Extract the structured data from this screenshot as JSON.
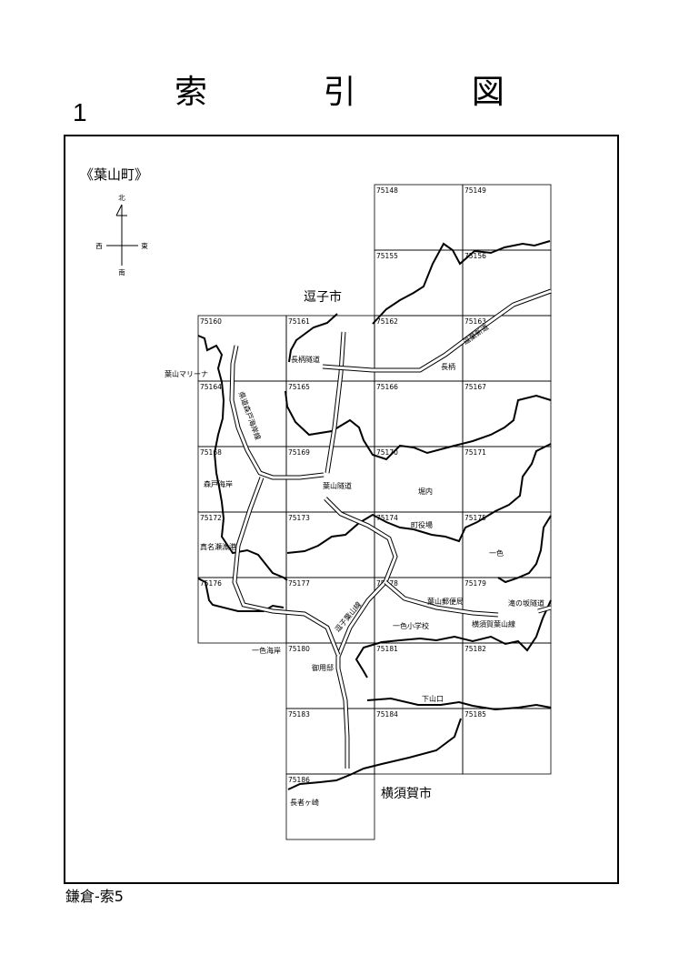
{
  "title": "索 引 図",
  "page_number": "1",
  "footer": "鎌倉-索5",
  "town_label": "《葉山町》",
  "compass": {
    "north": "北",
    "south": "南",
    "east": "東",
    "west": "西"
  },
  "cities": {
    "zushi": "逗子市",
    "yokosuka": "横須賀市"
  },
  "cells": [
    {
      "code": "75148",
      "col": 2,
      "row": 0
    },
    {
      "code": "75149",
      "col": 3,
      "row": 0
    },
    {
      "code": "75155",
      "col": 2,
      "row": 1
    },
    {
      "code": "75156",
      "col": 3,
      "row": 1
    },
    {
      "code": "75160",
      "col": 0,
      "row": 2
    },
    {
      "code": "75161",
      "col": 1,
      "row": 2
    },
    {
      "code": "75162",
      "col": 2,
      "row": 2
    },
    {
      "code": "75163",
      "col": 3,
      "row": 2
    },
    {
      "code": "75164",
      "col": 0,
      "row": 3
    },
    {
      "code": "75165",
      "col": 1,
      "row": 3
    },
    {
      "code": "75166",
      "col": 2,
      "row": 3
    },
    {
      "code": "75167",
      "col": 3,
      "row": 3
    },
    {
      "code": "75168",
      "col": 0,
      "row": 4
    },
    {
      "code": "75169",
      "col": 1,
      "row": 4
    },
    {
      "code": "75170",
      "col": 2,
      "row": 4
    },
    {
      "code": "75171",
      "col": 3,
      "row": 4
    },
    {
      "code": "75172",
      "col": 0,
      "row": 5
    },
    {
      "code": "75173",
      "col": 1,
      "row": 5
    },
    {
      "code": "75174",
      "col": 2,
      "row": 5
    },
    {
      "code": "75175",
      "col": 3,
      "row": 5
    },
    {
      "code": "75176",
      "col": 0,
      "row": 6
    },
    {
      "code": "75177",
      "col": 1,
      "row": 6
    },
    {
      "code": "75178",
      "col": 2,
      "row": 6
    },
    {
      "code": "75179",
      "col": 3,
      "row": 6
    },
    {
      "code": "75180",
      "col": 1,
      "row": 7
    },
    {
      "code": "75181",
      "col": 2,
      "row": 7
    },
    {
      "code": "75182",
      "col": 3,
      "row": 7
    },
    {
      "code": "75183",
      "col": 1,
      "row": 8
    },
    {
      "code": "75184",
      "col": 2,
      "row": 8
    },
    {
      "code": "75185",
      "col": 3,
      "row": 8
    },
    {
      "code": "75186",
      "col": 1,
      "row": 9
    }
  ],
  "places": {
    "nagae_tunnel": "長柄隧道",
    "nagae": "長柄",
    "zushi_bypass": "逗葉新道",
    "hayama_marina": "葉山マリーナ",
    "morito_coast": "森戸海岸",
    "hayama_tunnel": "葉山隧道",
    "horiuchi": "堀内",
    "town_hall": "町役場",
    "manazase_port": "真名瀬漁港",
    "isshiki": "一色",
    "hayama_post_office": "葉山郵便局",
    "takinoshita_tunnel": "滝の坂隧道",
    "isshiki_school": "一色小学校",
    "yokosuka_hayama_line": "横須賀葉山線",
    "isshiki_coast": "一色海岸",
    "goyotei": "御用邸",
    "shimoyamaguchi": "下山口",
    "chojagasaki": "長者ヶ崎",
    "miura_road": "県道森戸海岸線",
    "hayama_road": "逗子葉山線"
  }
}
